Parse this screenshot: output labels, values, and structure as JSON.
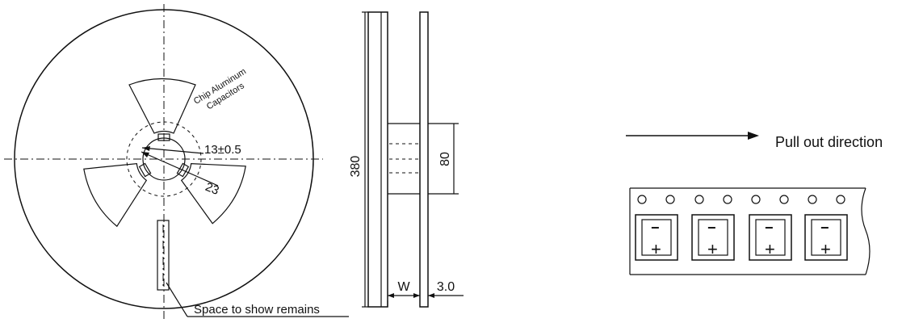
{
  "reel_front": {
    "label_text_line1": "Chip Aluminum",
    "label_text_line2": "Capacitors",
    "hub_dim": "13±0.5",
    "slot_dim": "23",
    "remains_label": "Space to show remains"
  },
  "reel_side": {
    "diameter_dim": "380",
    "hub_dim": "80",
    "width_label": "W",
    "flange_dim": "3.0"
  },
  "tape": {
    "direction_label": "Pull out direction",
    "pockets": [
      {
        "minus": "−",
        "plus": "+"
      },
      {
        "minus": "−",
        "plus": "+"
      },
      {
        "minus": "−",
        "plus": "+"
      },
      {
        "minus": "−",
        "plus": "+"
      }
    ]
  }
}
